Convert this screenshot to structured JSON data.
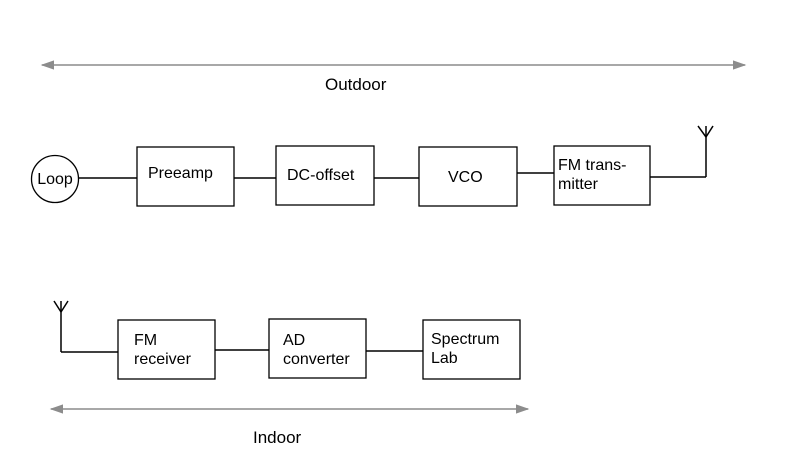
{
  "outdoor": {
    "label": "Outdoor",
    "blocks": {
      "loop": "Loop",
      "preamp": "Preeamp",
      "dc_offset": "DC-offset",
      "vco": "VCO",
      "fm_transmitter": "FM trans-\nmitter"
    }
  },
  "indoor": {
    "label": "Indoor",
    "blocks": {
      "fm_receiver": "FM\nreceiver",
      "ad_converter": "AD\nconverter",
      "spectrum_lab": "Spectrum\nLab"
    }
  },
  "colors": {
    "arrow": "#8c8c8c",
    "line": "#000000"
  }
}
